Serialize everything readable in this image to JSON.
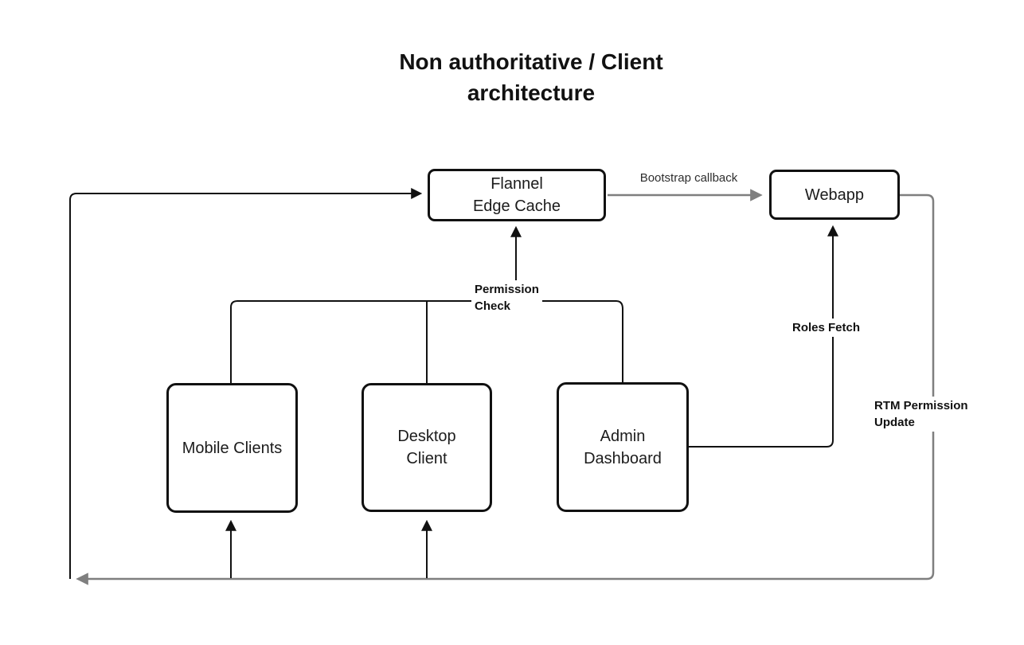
{
  "title": "Non authoritative / Client\narchitecture",
  "colors": {
    "ink": "#111111",
    "gray": "#7f7f7f",
    "paper": "#ffffff"
  },
  "nodes": {
    "flannel": {
      "label": "Flannel\nEdge Cache"
    },
    "webapp": {
      "label": "Webapp"
    },
    "mobile": {
      "label": "Mobile Clients"
    },
    "desktop": {
      "label": "Desktop\nClient"
    },
    "admin": {
      "label": "Admin\nDashboard"
    }
  },
  "edges": {
    "bootstrap": {
      "label": "Bootstrap callback",
      "from": "Flannel Edge Cache",
      "to": "Webapp"
    },
    "permission": {
      "label": "Permission\nCheck",
      "from": "Clients",
      "to": "Flannel Edge Cache"
    },
    "roles": {
      "label": "Roles Fetch",
      "from": "Admin Dashboard",
      "to": "Webapp"
    },
    "rtm": {
      "label": "RTM Permission\nUpdate",
      "from": "Webapp",
      "to": "Clients / Flannel Edge Cache"
    }
  }
}
